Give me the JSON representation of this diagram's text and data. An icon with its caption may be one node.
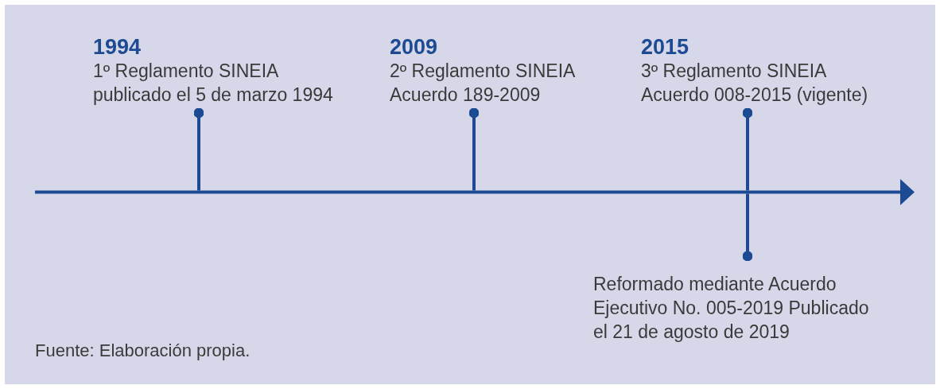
{
  "diagram": {
    "caption": "Fuente: Elaboración propia.",
    "nodes": [
      {
        "text": [
          "1994",
          "1º Reglamento SINEIA publicado el 5 de marzo 1994"
        ]
      },
      {
        "text": [
          "2009",
          "2º Reglamento SINEIA Acuerdo 189-2009"
        ]
      },
      {
        "text": [
          "2015",
          "3º Reglamento SINEIA Acuerdo 008-2015 (vigente)"
        ]
      },
      {
        "text": [],
        "shape": "bar"
      },
      {
        "text": [
          "Reformado mediante Acuerdo Ejecutivo No. 005-2019 Publicado el 21 de agosto de 2019"
        ]
      }
    ],
    "edges": [
      {
        "from": 0,
        "to": 3,
        "arrow": "other"
      },
      {
        "from": 1,
        "to": 3,
        "arrow": "other"
      },
      {
        "from": 2,
        "to": 3,
        "arrow": "other"
      },
      {
        "from": 3,
        "to": 4,
        "arrow": "other"
      }
    ]
  }
}
